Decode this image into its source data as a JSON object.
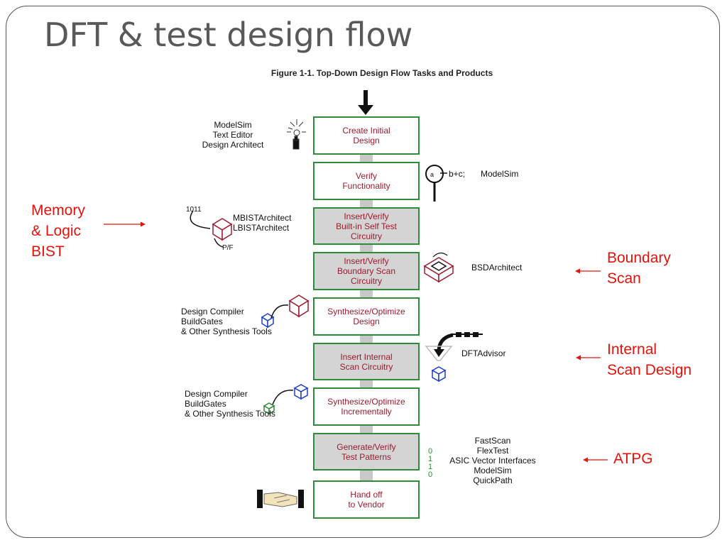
{
  "title": "DFT & test design flow",
  "figure_caption": "Figure 1-1. Top-Down Design Flow Tasks and Products",
  "steps": [
    {
      "label": "Create Initial\nDesign",
      "shaded": false
    },
    {
      "label": "Verify\nFunctionality",
      "shaded": false
    },
    {
      "label": "Insert/Verify\nBuilt-in Self Test\nCircuitry",
      "shaded": true
    },
    {
      "label": "Insert/Verify\nBoundary Scan\nCircuitry",
      "shaded": true
    },
    {
      "label": "Synthesize/Optimize\nDesign",
      "shaded": false
    },
    {
      "label": "Insert Internal\nScan Circuitry",
      "shaded": true
    },
    {
      "label": "Synthesize/Optimize\nIncrementally",
      "shaded": false
    },
    {
      "label": "Generate/Verify\nTest Patterns",
      "shaded": true
    },
    {
      "label": "Hand off\nto Vendor",
      "shaded": false
    }
  ],
  "tools": {
    "create": "ModelSim\nText Editor\nDesign Architect",
    "verify_expr": "b+c;",
    "verify_tool": "ModelSim",
    "bist_input": "1011",
    "bist_tools": "MBISTArchitect\nLBISTArchitect",
    "bist_output": "P/F",
    "boundary": "BSDArchitect",
    "synth1": "Design Compiler\nBuildGates\n& Other Synthesis Tools",
    "scan": "DFTAdvisor",
    "synth2": "Design Compiler\nBuildGates\n& Other Synthesis Tools",
    "atpg_bits": "0\n1\n1\n0",
    "atpg_tools": "FastScan\nFlexTest\nASIC Vector Interfaces\nModelSim\nQuickPath"
  },
  "annotations": {
    "bist": "Memory\n& Logic\nBIST",
    "boundary": "Boundary\nScan",
    "internal": "Internal\nScan Design",
    "atpg": "ATPG"
  },
  "colors": {
    "step_border": "#2e8b3a",
    "step_text": "#9b1b30",
    "annotation": "#e3120b",
    "shaded": "#d4d4d4"
  }
}
